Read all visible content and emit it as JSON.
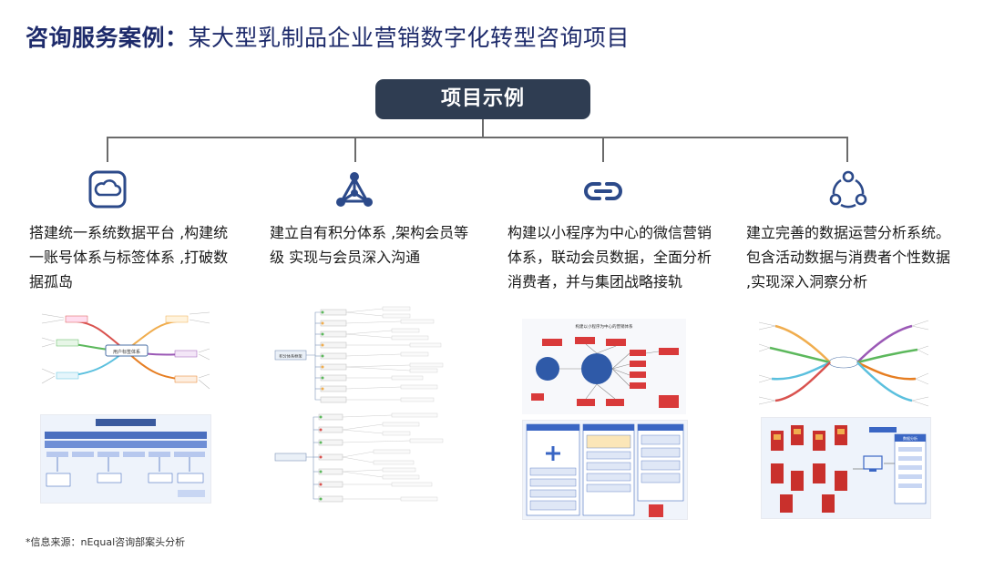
{
  "title": {
    "bold": "咨询服务案例：",
    "rest": "某大型乳制品企业营销数字化转型咨询项目"
  },
  "badge": "项目示例",
  "columns": [
    {
      "icon": "cloud-icon",
      "text": "搭建统一系统数据平台 ,构建统一账号体系与标签体系 ,打破数据孤岛"
    },
    {
      "icon": "network-icon",
      "text": "建立自有积分体系 ,架构会员等级 实现与会员深入沟通"
    },
    {
      "icon": "link-icon",
      "text": "构建以小程序为中心的微信营销体系，联动会员数据，全面分析消费者，并与集团战略接轨"
    },
    {
      "icon": "cycle-icon",
      "text": "建立完善的数据运营分析系统。包含活动数据与消费者个性数据 ,实现深入洞察分析"
    }
  ],
  "thumbs": {
    "t1": "用户标签体系",
    "t3": "积分体系框架",
    "t5": "构建以小程序为中心的营销体系",
    "t6": "数据分析"
  },
  "footer": "*信息来源：nEqual咨询部案头分析",
  "colors": {
    "navy": "#1e2b6b",
    "badge": "#2f3d52",
    "icon": "#2c4a8a"
  }
}
